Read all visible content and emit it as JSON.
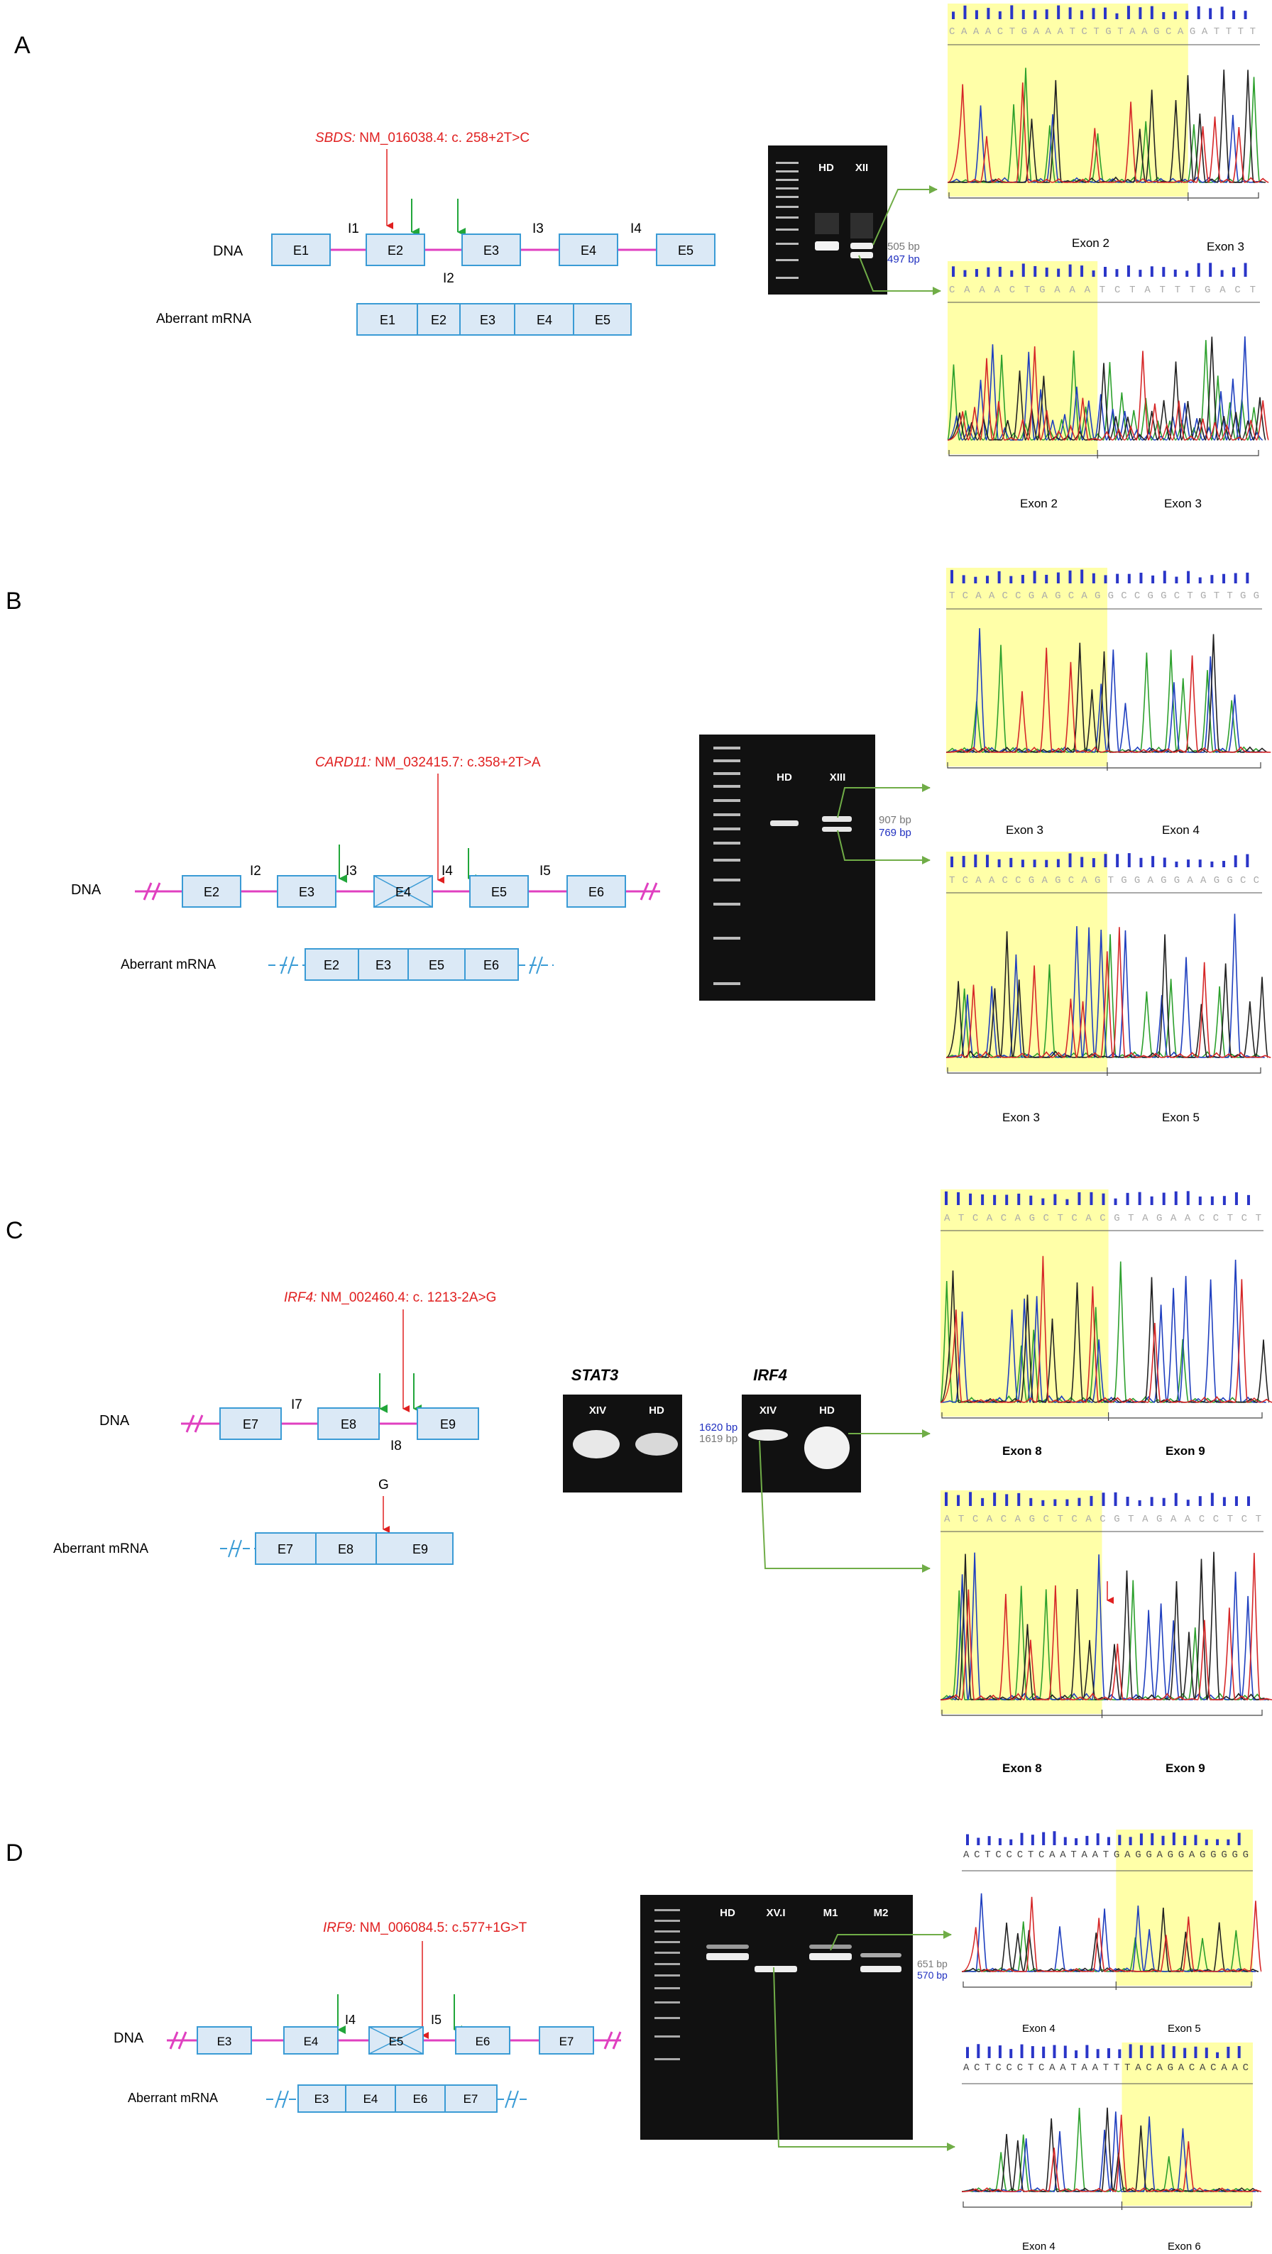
{
  "colors": {
    "intron": "#e040c0",
    "exon_fill": "#dbe9f6",
    "exon_stroke": "#3a9bd5",
    "red": "#e02020",
    "green": "#21a63a",
    "arrow_green": "#70ad47",
    "highlight": "#ffffa8",
    "gel_bg": "#111111",
    "base_A": "#2ca02c",
    "base_C": "#1f3fbf",
    "base_G": "#222222",
    "base_T": "#d62728"
  },
  "panel_a": {
    "letter": "A",
    "variant_gene": "SBDS:",
    "variant_rest": " NM_016038.4: c. 258+2T>C",
    "dna_label": "DNA",
    "mrna_label": "Aberrant mRNA",
    "exons": [
      "E1",
      "E2",
      "E3",
      "E4",
      "E5"
    ],
    "introns": [
      "I1",
      "I2",
      "I3",
      "I4"
    ],
    "mrna_exons": [
      "E1",
      "E2",
      "E3",
      "E4",
      "E5"
    ],
    "gel_lanes": [
      "HD",
      "XII"
    ],
    "band_sizes": [
      "505 bp",
      "497 bp"
    ],
    "seq_top": "CAAACTGAAATCTGTAAGCAGATTTT",
    "seq_bottom": "CAAACTGAAATCTATTTGACT",
    "seq_top_labels": [
      "Exon 2",
      "Exon 3"
    ],
    "seq_bottom_labels": [
      "Exon 2",
      "Exon 3"
    ]
  },
  "panel_b": {
    "letter": "B",
    "variant_gene": "CARD11:",
    "variant_rest": " NM_032415.7: c.358+2T>A",
    "dna_label": "DNA",
    "mrna_label": "Aberrant mRNA",
    "exons": [
      "E2",
      "E3",
      "E4",
      "E5",
      "E6"
    ],
    "introns": [
      "I2",
      "I3",
      "I4",
      "I5"
    ],
    "mrna_exons": [
      "E2",
      "E3",
      "E5",
      "E6"
    ],
    "gel_lanes": [
      "HD",
      "XIII"
    ],
    "band_sizes": [
      "907 bp",
      "769 bp"
    ],
    "seq_top": "TCAACCGAGCAGGCCGGCTGTTGG",
    "seq_bottom": "TCAACCGAGCAGTGGAGGAAGGCC",
    "seq_top_labels": [
      "Exon 3",
      "Exon 4"
    ],
    "seq_bottom_labels": [
      "Exon 3",
      "Exon 5"
    ]
  },
  "panel_c": {
    "letter": "C",
    "variant_gene": "IRF4:",
    "variant_rest": " NM_002460.4: c. 1213-2A>G",
    "dna_label": "DNA",
    "mrna_label": "Aberrant mRNA",
    "exons": [
      "E7",
      "E8",
      "E9"
    ],
    "introns": [
      "I7",
      "I8"
    ],
    "mrna_exons": [
      "E7",
      "E8",
      "E9"
    ],
    "mutation_base": "G",
    "gel1_title": "STAT3",
    "gel2_title": "IRF4",
    "gel1_lanes": [
      "XIV",
      "HD"
    ],
    "gel2_lanes": [
      "XIV",
      "HD"
    ],
    "band_sizes": [
      "1620 bp",
      "1619 bp"
    ],
    "seq_top": "ATCACAGCTCACGTAGAACCTCT",
    "seq_bottom": "ATCACAGCTCACGTAGAACCTCT",
    "seq_top_labels": [
      "Exon 8",
      "Exon 9"
    ],
    "seq_bottom_labels": [
      "Exon 8",
      "Exon 9"
    ]
  },
  "panel_d": {
    "letter": "D",
    "variant_gene": "IRF9:",
    "variant_rest": " NM_006084.5: c.577+1G>T",
    "dna_label": "DNA",
    "mrna_label": "Aberrant mRNA",
    "exons": [
      "E3",
      "E4",
      "E5",
      "E6",
      "E7"
    ],
    "introns": [
      "I4",
      "I5"
    ],
    "mrna_exons": [
      "E3",
      "E4",
      "E6",
      "E7"
    ],
    "gel_lanes": [
      "HD",
      "XV.I",
      "M1",
      "M2"
    ],
    "band_sizes": [
      "651 bp",
      "570 bp"
    ],
    "seq_top": "ACTCCCTCAATAATGAGGAGGAGGGGG",
    "seq_bottom": "ACTCCCTCAATAATTTACAGACACAAC",
    "seq_top_labels": [
      "Exon 4",
      "Exon 5"
    ],
    "seq_bottom_labels": [
      "Exon 4",
      "Exon 6"
    ]
  }
}
